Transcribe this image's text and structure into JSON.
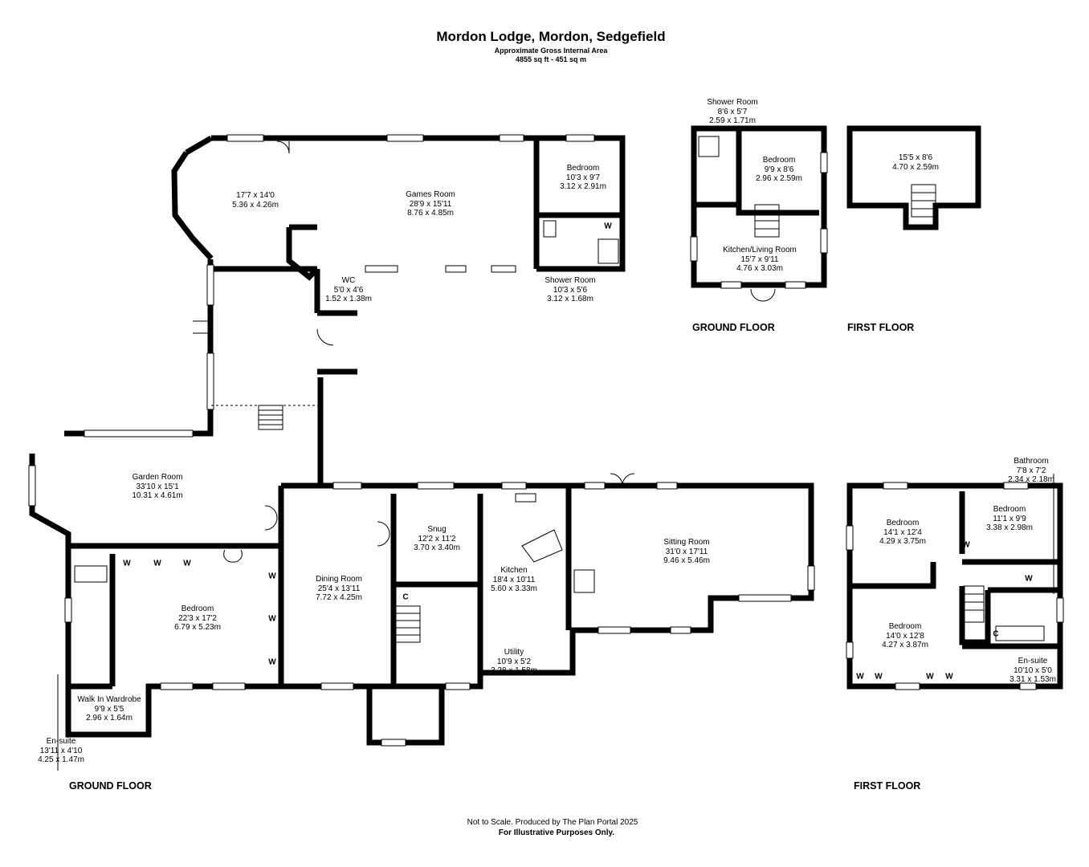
{
  "header": {
    "title": "Mordon Lodge, Mordon, Sedgefield",
    "area_label": "Approximate Gross Internal Area",
    "area_value": "4855 sq ft - 451 sq m"
  },
  "rooms": {
    "room_17_7": {
      "name": "",
      "imperial": "17'7 x 14'0",
      "metric": "5.36  x 4.26m"
    },
    "games_room": {
      "name": "Games Room",
      "imperial": "28'9 x 15'11",
      "metric": "8.76 x 4.85m"
    },
    "bedroom_games": {
      "name": "Bedroom",
      "imperial": "10'3 x 9'7",
      "metric": "3.12 x 2.91m"
    },
    "wc": {
      "name": "WC",
      "imperial": "5'0 x 4'6",
      "metric": "1.52 x 1.38m"
    },
    "shower_room_main": {
      "name": "Shower Room",
      "imperial": "10'3 x 5'6",
      "metric": "3.12  x 1.68m"
    },
    "garden_room": {
      "name": "Garden Room",
      "imperial": "33'10 x 15'1",
      "metric": "10.31 x 4.61m"
    },
    "bedroom_main": {
      "name": "Bedroom",
      "imperial": "22'3 x 17'2",
      "metric": "6.79 x 5.23m"
    },
    "dining_room": {
      "name": "Dining Room",
      "imperial": "25'4 x 13'11",
      "metric": "7.72 x 4.25m"
    },
    "snug": {
      "name": "Snug",
      "imperial": "12'2 x 11'2",
      "metric": "3.70 x 3.40m"
    },
    "kitchen": {
      "name": "Kitchen",
      "imperial": "18'4 x 10'11",
      "metric": "5.60 x 3.33m"
    },
    "utility": {
      "name": "Utility",
      "imperial": "10'9 x 5'2",
      "metric": "3.28 x 1.58m"
    },
    "sitting_room": {
      "name": "Sitting Room",
      "imperial": "31'0 x 17'11",
      "metric": "9.46 x 5.46m"
    },
    "walk_in_wardrobe": {
      "name": "Walk In Wardrobe",
      "imperial": "9'9 x 5'5",
      "metric": "2.96 x 1.64m"
    },
    "ensuite_ground": {
      "name": "En-suite",
      "imperial": "13'11 x 4'10",
      "metric": "4.25 x 1.47m"
    },
    "annex_shower": {
      "name": "Shower Room",
      "imperial": "8'6 x 5'7",
      "metric": "2.59 x 1.71m"
    },
    "annex_bedroom": {
      "name": "Bedroom",
      "imperial": "9'9 x 8'6",
      "metric": "2.96 x 2.59m"
    },
    "annex_kitchen": {
      "name": "Kitchen/Living Room",
      "imperial": "15'7 x 9'11",
      "metric": "4.76 x 3.03m"
    },
    "annex_first": {
      "name": "",
      "imperial": "15'5 x 8'6",
      "metric": "4.70 x 2.59m"
    },
    "ff_bathroom": {
      "name": "Bathroom",
      "imperial": "7'8 x 7'2",
      "metric": "2.34 x 2.18m"
    },
    "ff_bedroom1": {
      "name": "Bedroom",
      "imperial": "14'1 x 12'4",
      "metric": "4.29 x 3.75m"
    },
    "ff_bedroom2": {
      "name": "Bedroom",
      "imperial": "11'1 x 9'9",
      "metric": "3.38 x 2.98m"
    },
    "ff_bedroom3": {
      "name": "Bedroom",
      "imperial": "14'0 x 12'8",
      "metric": "4.27 x 3.87m"
    },
    "ff_ensuite": {
      "name": "En-suite",
      "imperial": "10'10 x 5'0",
      "metric": "3.31 x 1.53m"
    }
  },
  "marks": {
    "wardrobe": "W",
    "cupboard": "C"
  },
  "floors": {
    "main_ground": "GROUND FLOOR",
    "main_first": "FIRST FLOOR",
    "annex_ground": "GROUND FLOOR",
    "annex_first": "FIRST FLOOR"
  },
  "footer": {
    "line1": "Not to Scale. Produced by The Plan Portal 2025",
    "line2": "For Illustrative Purposes Only."
  },
  "colors": {
    "wall": "#000000",
    "background": "#ffffff"
  }
}
